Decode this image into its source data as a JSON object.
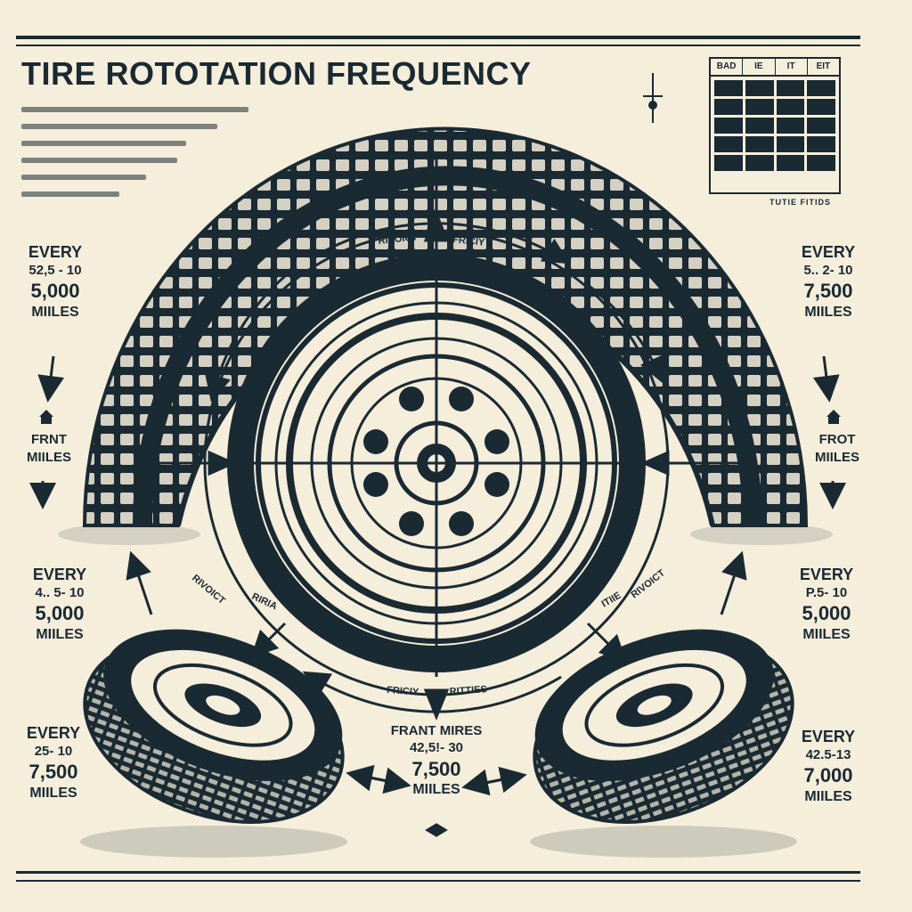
{
  "title": "TIRE ROTOTATION FREQUENCY",
  "table": {
    "headers": [
      "BAD",
      "IE",
      "IT",
      "EIT"
    ],
    "caption": "TUTIE FITIDS"
  },
  "intervals": {
    "top_left": {
      "every": "EVERY",
      "range": "52,5 - 10",
      "value": "5,000",
      "unit": "MIILES"
    },
    "top_right": {
      "every": "EVERY",
      "range": "5.. 2- 10",
      "value": "7,500",
      "unit": "MIILES"
    },
    "mid_left": {
      "every": "EVERY",
      "range": "4.. 5- 10",
      "value": "5,000",
      "unit": "MIILES"
    },
    "mid_right": {
      "every": "EVERY",
      "range": "P.5- 10",
      "value": "5,000",
      "unit": "MIILES"
    },
    "bottom_left": {
      "every": "EVERY",
      "range": "25- 10",
      "value": "7,500",
      "unit": "MIILES"
    },
    "bottom_right": {
      "every": "EVERY",
      "range": "42.5-13",
      "value": "7,000",
      "unit": "MIILES"
    },
    "bottom_center": {
      "every": "FRANT MIRES",
      "range": "42,5!- 30",
      "value": "7,500",
      "unit": "MIILES"
    }
  },
  "side_labels": {
    "left": {
      "line1": "FRNT",
      "line2": "MIILES"
    },
    "right": {
      "line1": "FROT",
      "line2": "MIILES"
    }
  },
  "arc_labels": {
    "top_left": "RIVOICT",
    "top_right": "FRICIY",
    "bottom_left": "FRICIY",
    "bottom_right": "RITTIES",
    "lower_left_a": "RIVOICT",
    "lower_left_b": "RIRIA",
    "lower_right_a": "ITIIE",
    "lower_right_b": "RIVOICT"
  },
  "colors": {
    "ink": "#1a2a33",
    "paper": "#f5eedb"
  }
}
